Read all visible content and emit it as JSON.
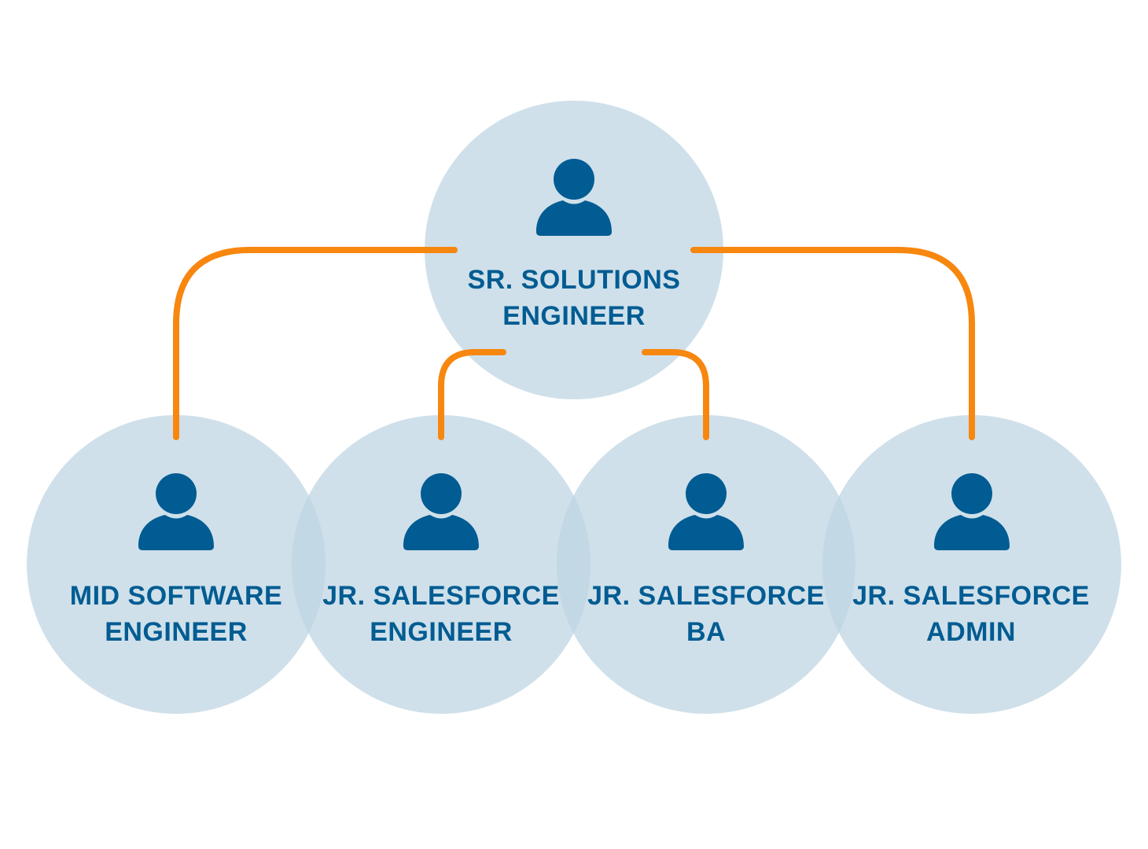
{
  "colors": {
    "circle_fill": "#bcd4e2",
    "circle_opacity": 0.72,
    "person_icon": "#005c92",
    "connector": "#f7870f",
    "label_text": "#005c92",
    "background": "#ffffff"
  },
  "icon": "person-icon",
  "nodes": [
    {
      "id": "sr-solutions-engineer",
      "line1": "SR. SOLUTIONS",
      "line2": "ENGINEER",
      "level": "top"
    },
    {
      "id": "mid-software-engineer",
      "line1": "MID SOFTWARE",
      "line2": "ENGINEER",
      "level": "bottom"
    },
    {
      "id": "jr-salesforce-engineer",
      "line1": "JR. SALESFORCE",
      "line2": "ENGINEER",
      "level": "bottom"
    },
    {
      "id": "jr-salesforce-ba",
      "line1": "JR. SALESFORCE",
      "line2": "BA",
      "level": "bottom"
    },
    {
      "id": "jr-salesforce-admin",
      "line1": "JR. SALESFORCE",
      "line2": "ADMIN",
      "level": "bottom"
    }
  ],
  "edges": [
    {
      "from": "sr-solutions-engineer",
      "to": "mid-software-engineer"
    },
    {
      "from": "sr-solutions-engineer",
      "to": "jr-salesforce-engineer"
    },
    {
      "from": "sr-solutions-engineer",
      "to": "jr-salesforce-ba"
    },
    {
      "from": "sr-solutions-engineer",
      "to": "jr-salesforce-admin"
    }
  ]
}
